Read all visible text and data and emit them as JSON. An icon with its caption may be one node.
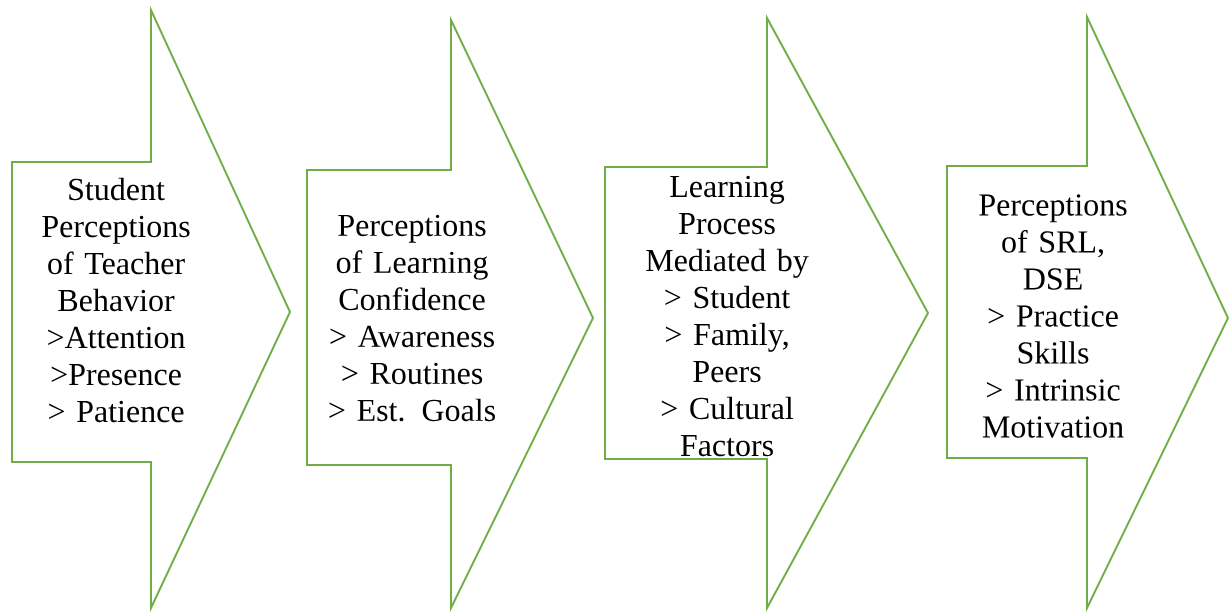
{
  "diagram": {
    "nodes": [
      {
        "text": [
          "Student Perceptions of Teacher Behavior",
          ">Attention",
          ">Presence",
          "> Patience"
        ]
      },
      {
        "text": [
          "Perceptions of Learning Confidence",
          "> Awareness",
          "> Routines",
          "> Est. Goals"
        ]
      },
      {
        "text": [
          "Learning Process Mediated by",
          "> Student",
          "> Family, Peers",
          "> Cultural Factors"
        ]
      },
      {
        "text": [
          "Perceptions of SRL, DSE",
          "> Practice Skills",
          "> Intrinsic Motivation"
        ]
      }
    ]
  }
}
